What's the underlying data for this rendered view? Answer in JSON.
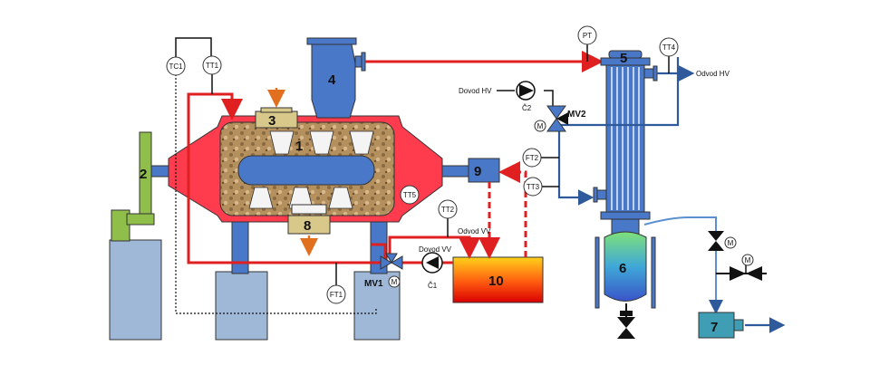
{
  "components": {
    "c1": "1",
    "c2": "2",
    "c3": "3",
    "c4": "4",
    "c5": "5",
    "c6": "6",
    "c7": "7",
    "c8": "8",
    "c9": "9",
    "c10": "10"
  },
  "instruments": {
    "tc1": "TC1",
    "tt1": "TT1",
    "tt2": "TT2",
    "tt3": "TT3",
    "tt4": "TT4",
    "tt5": "TT5",
    "ft1": "FT1",
    "ft2": "FT2",
    "pt": "PT",
    "m": "M"
  },
  "labels": {
    "dovod_hv": "Dovod HV",
    "odvod_hv": "Odvod HV",
    "dovod_vv": "Dovod VV",
    "odvod_vv": "Odvod VV",
    "pump1": "Č1",
    "pump2": "Č2",
    "valve1": "MV1",
    "valve2": "MV2"
  },
  "colors": {
    "hot_line": "#e02020",
    "cold_line": "#2e5a9c",
    "equipment_blue": "#4a78c8",
    "support_blue": "#9fb8d8",
    "dryer_shell": "#ff3b4e",
    "motor_green": "#8fbf4a",
    "feeder_tan": "#d8c98a"
  }
}
